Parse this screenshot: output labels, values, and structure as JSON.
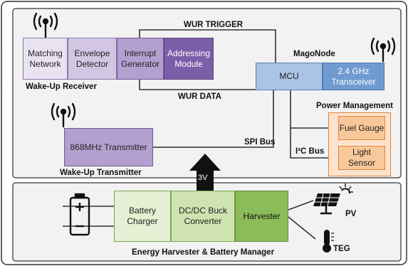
{
  "receiver": {
    "caption": "Wake-Up Receiver",
    "matching": "Matching Network",
    "envelope": "Envelope Detector",
    "interrupt": "Interrupt Generator",
    "addressing": "Addressing Module"
  },
  "signals": {
    "wur_trigger": "WUR TRIGGER",
    "wur_data": "WUR DATA",
    "spi_bus": "SPI Bus",
    "i2c_bus": "I²C Bus",
    "voltage": "3V"
  },
  "node": {
    "caption": "MagoNode",
    "mcu": "MCU",
    "transceiver": "2.4 GHz Transceiver"
  },
  "power": {
    "caption": "Power Management",
    "fuel": "Fuel Gauge",
    "light": "Light Sensor"
  },
  "transmitter": {
    "caption": "Wake-Up Transmitter",
    "module": "868MHz Transmitter"
  },
  "energy": {
    "caption": "Energy Harvester & Battery Manager",
    "charger": "Battery Charger",
    "converter": "DC/DC Buck Converter",
    "harvester": "Harvester",
    "pv": "PV",
    "teg": "TEG"
  },
  "icons": [
    "antenna-icon",
    "battery-icon",
    "solar-panel-icon",
    "sun-icon",
    "thermometer-icon",
    "arrow-up-icon"
  ],
  "colors": {
    "receiver_purple": "#7c5ea8",
    "mcu_blue": "#a9c4e4",
    "power_orange": "#f9c89a",
    "harvester_green": "#8cbc5a"
  }
}
